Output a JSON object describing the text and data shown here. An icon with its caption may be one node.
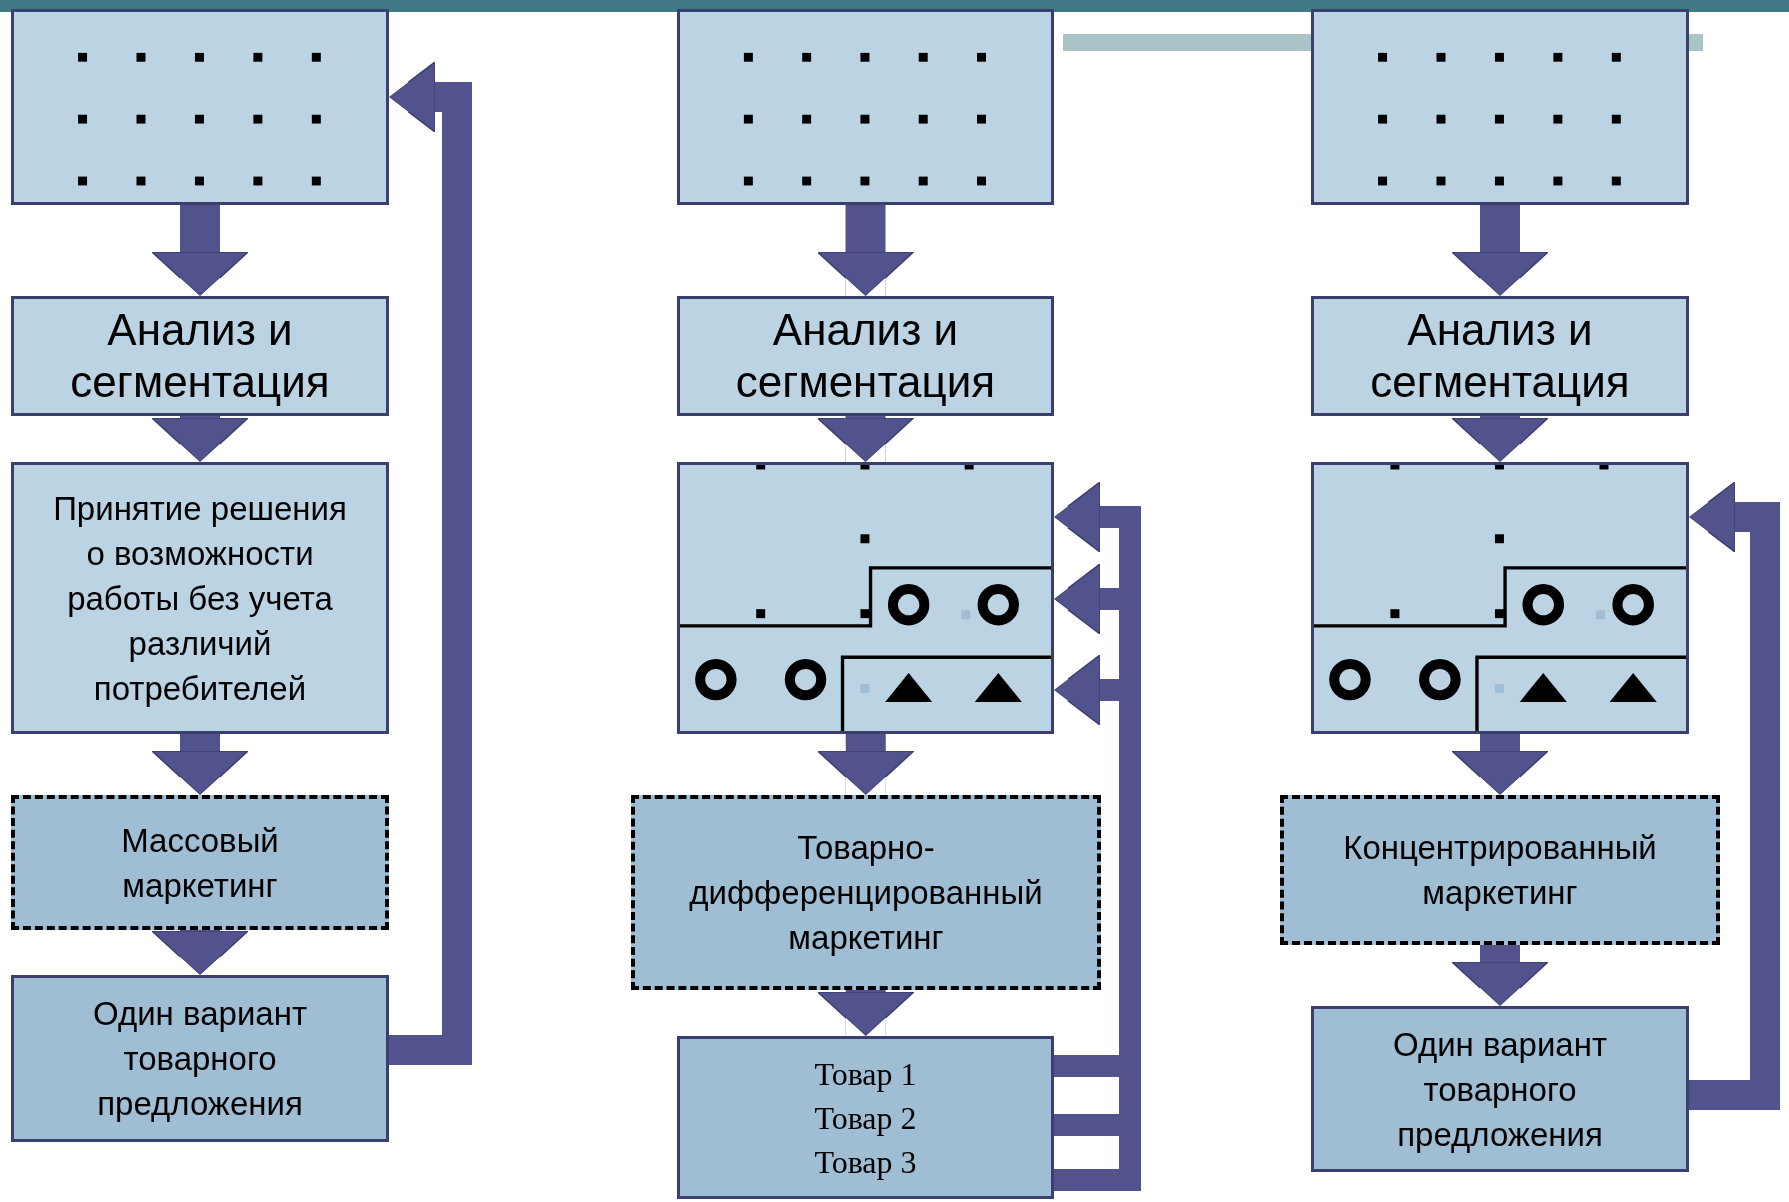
{
  "diagram": {
    "nodes": [
      {
        "text": [],
        "shape": "box"
      },
      {
        "text": [
          "Анализ и сегментация"
        ]
      },
      {
        "text": [
          "Принятие решения о возможности работы без учета различий потребителей"
        ]
      },
      {
        "text": [
          "Массовый маркетинг"
        ]
      },
      {
        "text": [
          "Один вариант товарного предложения"
        ]
      },
      {
        "text": [],
        "shape": "box"
      },
      {
        "text": [
          "Анализ и сегментация"
        ]
      },
      {
        "text": [],
        "shape": "box"
      },
      {
        "text": [
          "Товарно-дифференцированный маркетинг"
        ]
      },
      {
        "text": [
          "Товар 1",
          "Товар 2",
          "Товар 3"
        ]
      },
      {
        "text": [],
        "shape": "box"
      },
      {
        "text": [
          "Анализ и сегментация"
        ]
      },
      {
        "text": [],
        "shape": "box"
      },
      {
        "text": [
          "Концентрированный маркетинг"
        ]
      },
      {
        "text": [
          "Один вариант товарного предложения"
        ]
      }
    ],
    "edges": [
      {
        "from": 0,
        "to": 1,
        "arrow": "to"
      },
      {
        "from": 1,
        "to": 2,
        "arrow": "to"
      },
      {
        "from": 2,
        "to": 3,
        "arrow": "to"
      },
      {
        "from": 3,
        "to": 4,
        "arrow": "to"
      },
      {
        "from": 4,
        "to": 0,
        "arrow": "to"
      },
      {
        "from": 5,
        "to": 6,
        "arrow": "to"
      },
      {
        "from": 6,
        "to": 7,
        "arrow": "to"
      },
      {
        "from": 7,
        "to": 8,
        "arrow": "to"
      },
      {
        "from": 8,
        "to": 9,
        "arrow": "to"
      },
      {
        "from": 9,
        "to": 7,
        "arrow": "to"
      },
      {
        "from": 9,
        "to": 7,
        "arrow": "to"
      },
      {
        "from": 9,
        "to": 7,
        "arrow": "to"
      },
      {
        "from": 10,
        "to": 11,
        "arrow": "to"
      },
      {
        "from": 11,
        "to": 12,
        "arrow": "to"
      },
      {
        "from": 12,
        "to": 13,
        "arrow": "to"
      },
      {
        "from": 13,
        "to": 14,
        "arrow": "to"
      },
      {
        "from": 14,
        "to": 12,
        "arrow": "to"
      }
    ]
  }
}
